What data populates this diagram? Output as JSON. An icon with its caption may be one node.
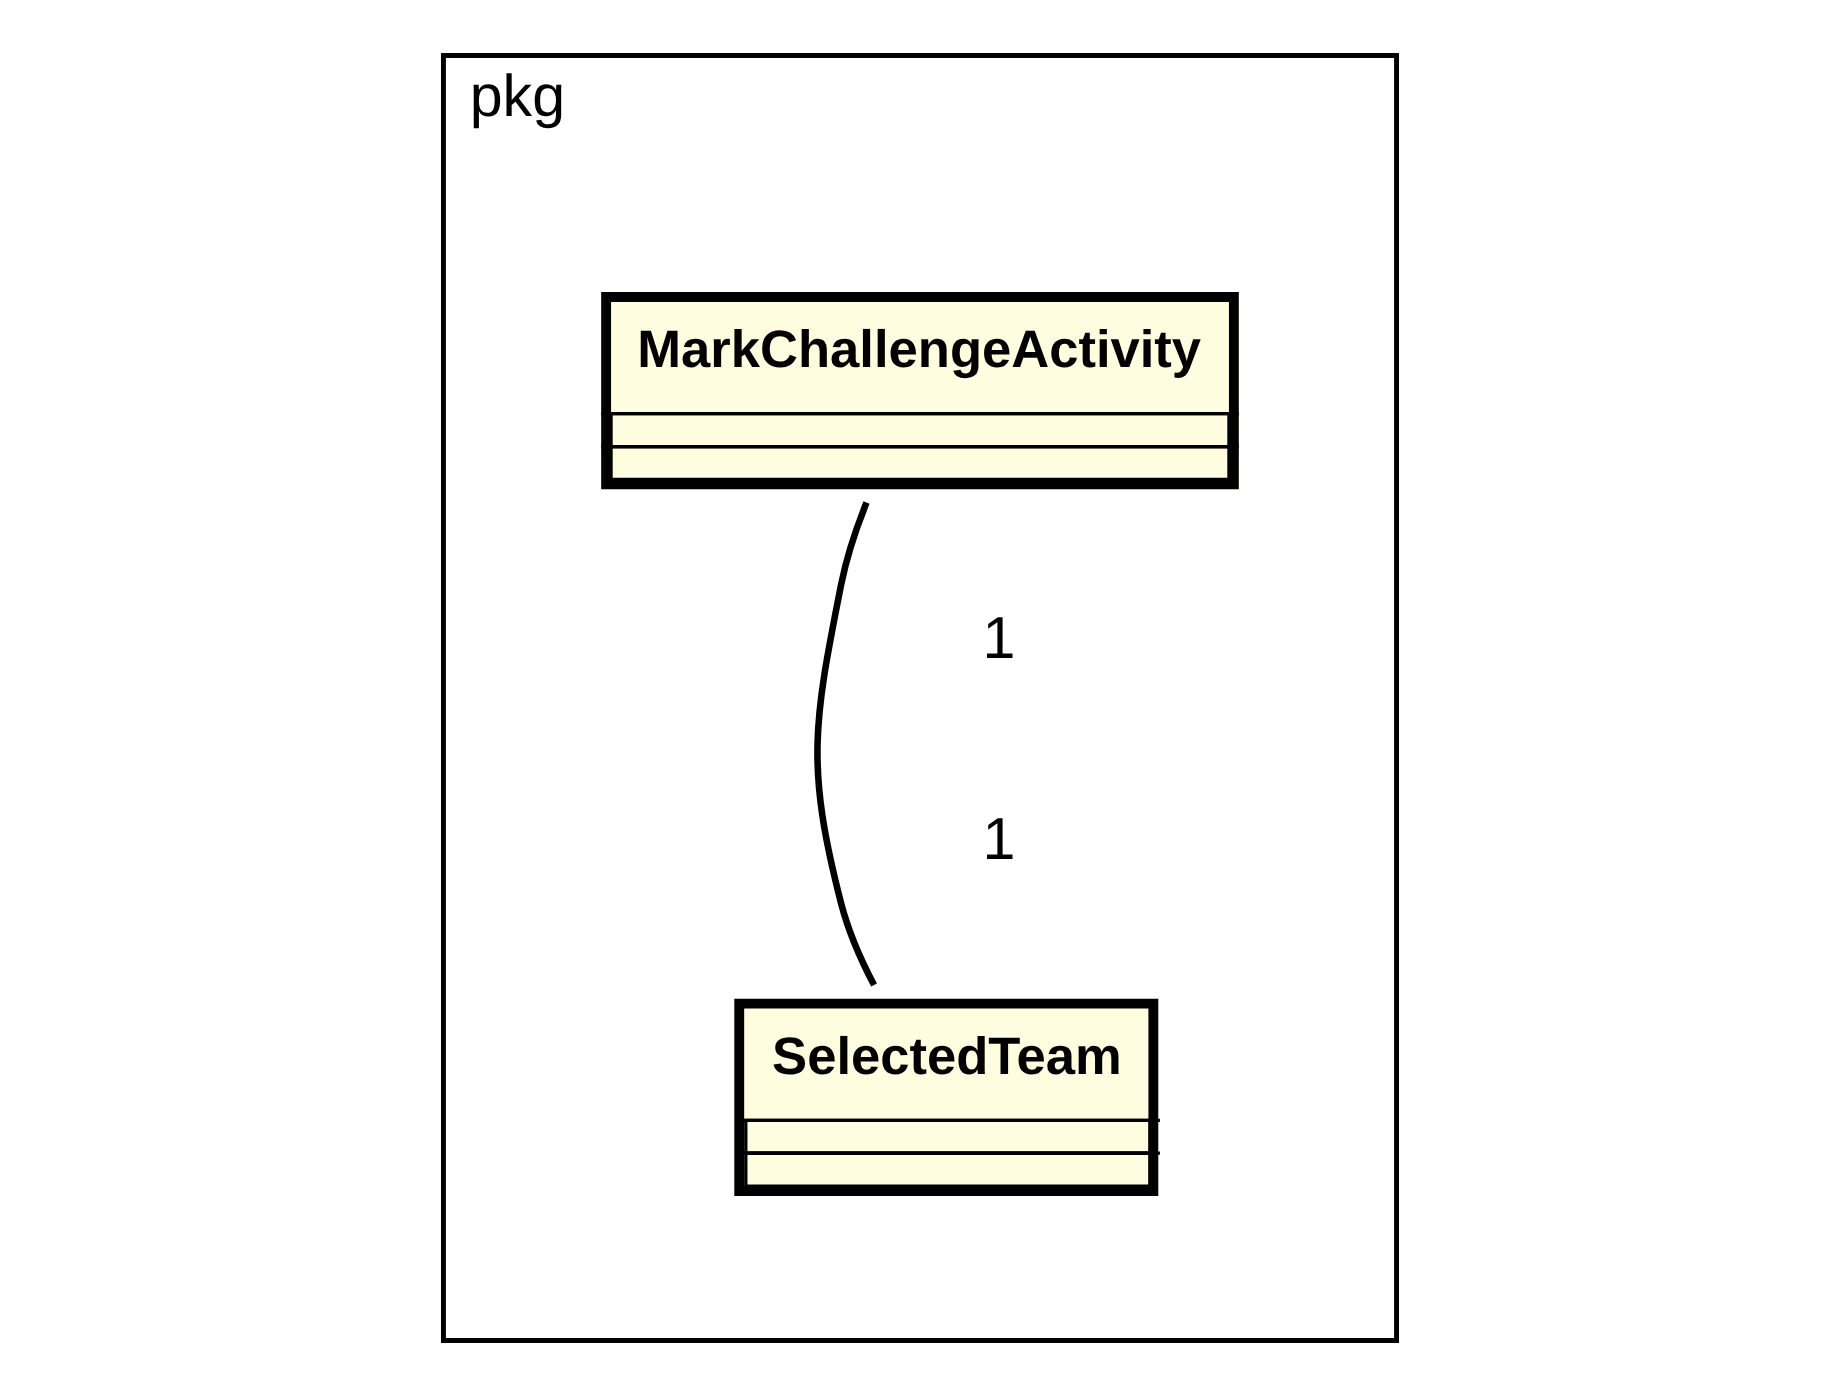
{
  "diagram": {
    "nodes": [
      {
        "text": [
          "pkg"
        ]
      },
      {
        "text": [
          "MarkChallengeActivity"
        ],
        "in": 0
      },
      {
        "text": [
          "SelectedTeam"
        ],
        "in": 0
      }
    ],
    "edges": [
      {
        "from": 1,
        "to": 2,
        "arrow": "none"
      }
    ],
    "labels": [
      "1",
      "1"
    ]
  }
}
